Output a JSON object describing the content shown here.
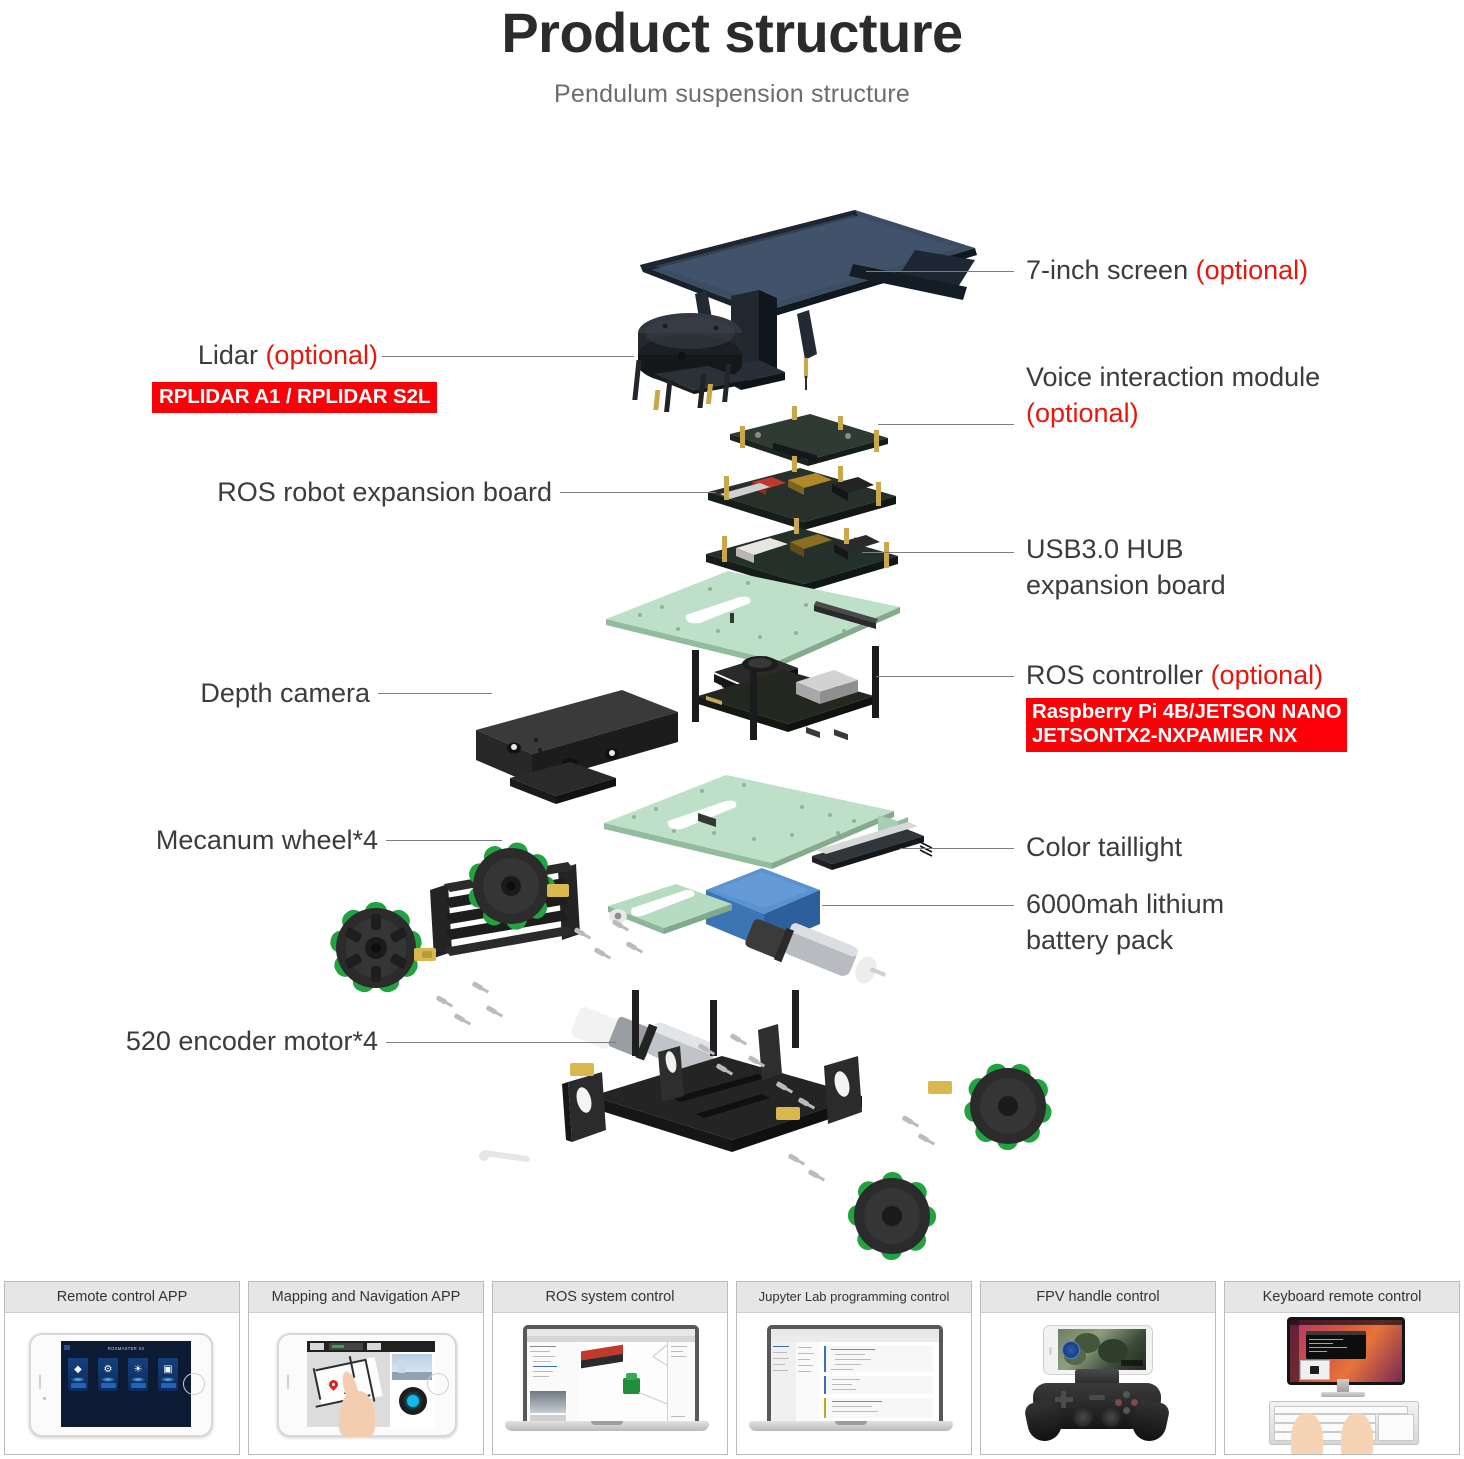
{
  "header": {
    "title": "Product structure",
    "subtitle": "Pendulum suspension structure"
  },
  "colors": {
    "title_text": "#2b2b2b",
    "subtitle_text": "#6d6d6d",
    "label_text": "#3c3c3c",
    "optional_red": "#e8160c",
    "tag_background": "#fb0007",
    "tag_text": "#ffffff",
    "leader_line": "#7d7d7d",
    "plate_green": "#b9ddc4",
    "wheel_green": "#2aa84a",
    "battery_blue": "#3d78b8",
    "screen_blue": "#3e4f66",
    "chassis_black": "#1c1c1c",
    "thumb_caption_bg": "#e6e6e6",
    "thumb_border": "#bcbcbc"
  },
  "callouts": {
    "right": [
      {
        "id": "screen",
        "text": "7-inch screen ",
        "optional": "(optional)",
        "tag": null
      },
      {
        "id": "voice",
        "line1": "Voice interaction module",
        "optional": "(optional)",
        "tag": null
      },
      {
        "id": "usb-hub",
        "line1": "USB3.0 HUB",
        "line2": "expansion board",
        "tag": null
      },
      {
        "id": "ros-controller",
        "text": "ROS controller ",
        "optional": "(optional)",
        "tag_line1": "Raspberry Pi 4B/JETSON NANO",
        "tag_line2": "JETSONTX2-NXPAMIER NX"
      },
      {
        "id": "taillight",
        "text": "Color taillight",
        "tag": null
      },
      {
        "id": "battery",
        "line1": "6000mah lithium",
        "line2": "battery pack",
        "tag": null
      }
    ],
    "left": [
      {
        "id": "lidar",
        "text": "Lidar ",
        "optional": "(optional)",
        "tag": "RPLIDAR A1 / RPLIDAR S2L"
      },
      {
        "id": "ros-expansion",
        "text": "ROS robot expansion board",
        "tag": null
      },
      {
        "id": "depth-camera",
        "text": "Depth camera",
        "tag": null
      },
      {
        "id": "mecanum",
        "text": "Mecanum wheel*4",
        "tag": null
      },
      {
        "id": "encoder-motor",
        "text": "520 encoder motor*4",
        "tag": null
      }
    ]
  },
  "thumbnails": [
    {
      "id": "remote-control-app",
      "caption": "Remote control APP"
    },
    {
      "id": "mapping-nav-app",
      "caption": "Mapping and Navigation APP"
    },
    {
      "id": "ros-system-control",
      "caption": "ROS system control"
    },
    {
      "id": "jupyter-lab-control",
      "caption": "Jupyter Lab programming control"
    },
    {
      "id": "fpv-handle-control",
      "caption": "FPV handle control"
    },
    {
      "id": "keyboard-remote",
      "caption": "Keyboard remote control"
    }
  ],
  "app_screen": {
    "title": "ROSMASTER X3",
    "cards": [
      {
        "icon": "gamepad-icon",
        "glyph": "❖"
      },
      {
        "icon": "gear-icon",
        "glyph": "⚙"
      },
      {
        "icon": "lightbulb-icon",
        "glyph": "☀"
      },
      {
        "icon": "camera-icon",
        "glyph": "▣"
      }
    ]
  },
  "parts": [
    "7-inch screen",
    "Lidar",
    "Voice interaction module",
    "ROS robot expansion board",
    "USB3.0 HUB expansion board",
    "ROS controller",
    "Depth camera",
    "Color taillight",
    "6000mah lithium battery pack",
    "Mecanum wheel*4",
    "520 encoder motor*4"
  ]
}
